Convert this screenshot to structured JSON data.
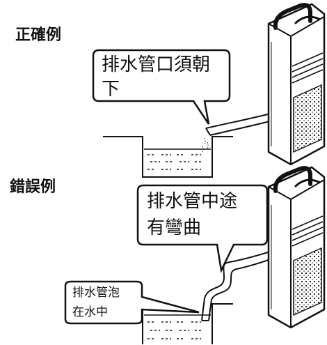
{
  "correct": {
    "title": "正確例",
    "callout_line1": "排水管口須朝",
    "callout_line2": "下"
  },
  "wrong": {
    "title": "錯誤例",
    "callout_bend_line1": "排水管中途",
    "callout_bend_line2": "有彎曲",
    "callout_submerged_line1": "排水管泡",
    "callout_submerged_line2": "在水中"
  },
  "colors": {
    "ink": "#111111",
    "paper": "#ffffff"
  },
  "icons": [
    "dehumidifier-icon",
    "drain-hose-icon",
    "water-basin-icon"
  ]
}
